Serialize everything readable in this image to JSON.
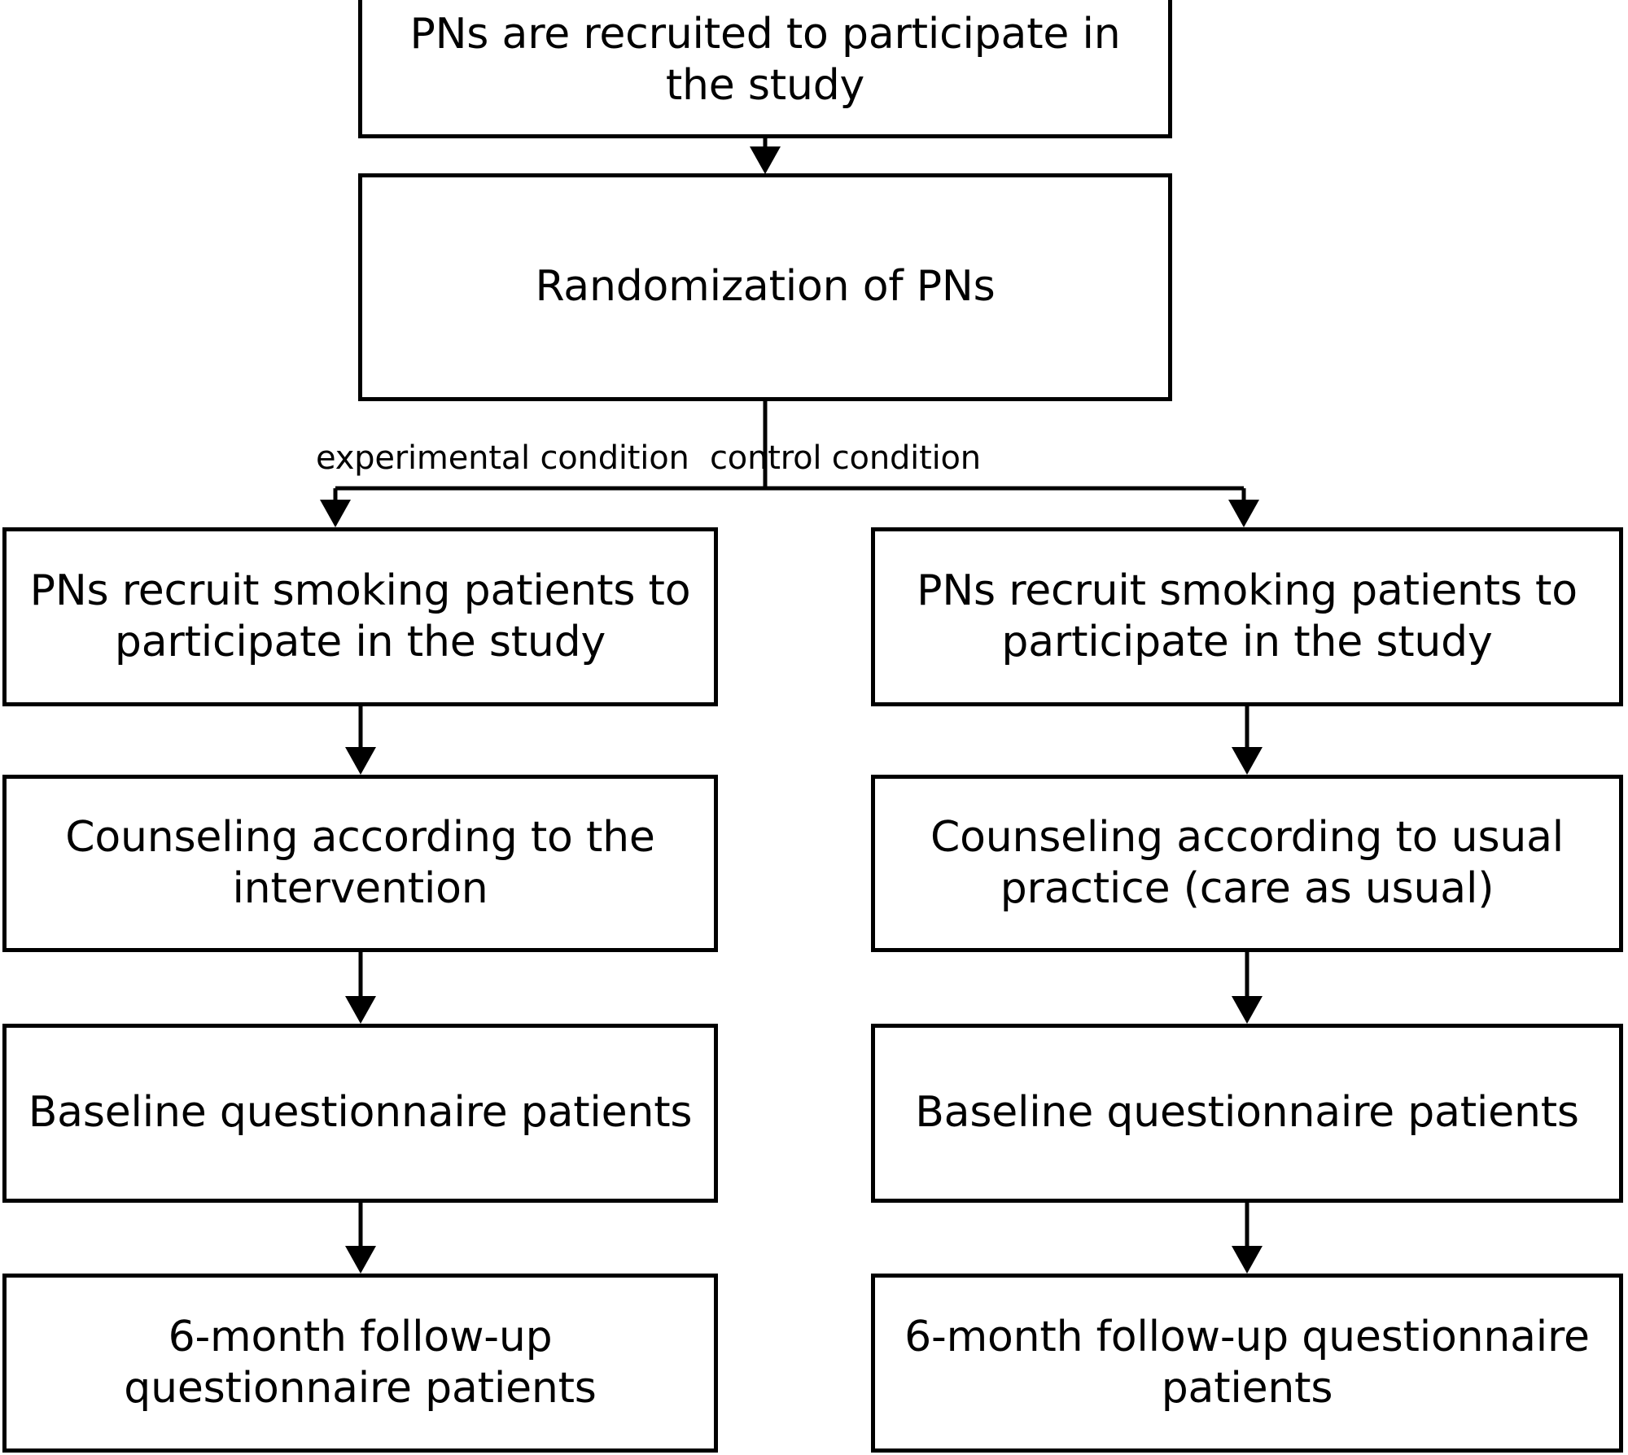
{
  "diagram": {
    "title_text": "",
    "stroke_color": "#000000",
    "background_color": "#ffffff",
    "nodes": {
      "recruit_pns": "PNs are recruited to participate in the study",
      "randomization": "Randomization of PNs",
      "exp_recruit_patients": "PNs recruit smoking patients to participate in the study",
      "exp_counseling": "Counseling according to the intervention",
      "exp_baseline": "Baseline questionnaire patients",
      "exp_followup": "6-month follow-up questionnaire patients",
      "ctrl_recruit_patients": "PNs recruit smoking patients to participate in the study",
      "ctrl_counseling": "Counseling according to usual practice (care as usual)",
      "ctrl_baseline": "Baseline questionnaire patients",
      "ctrl_followup": "6-month follow-up questionnaire patients"
    },
    "edge_labels": {
      "experimental": "experimental condition",
      "control": "control condition"
    }
  }
}
